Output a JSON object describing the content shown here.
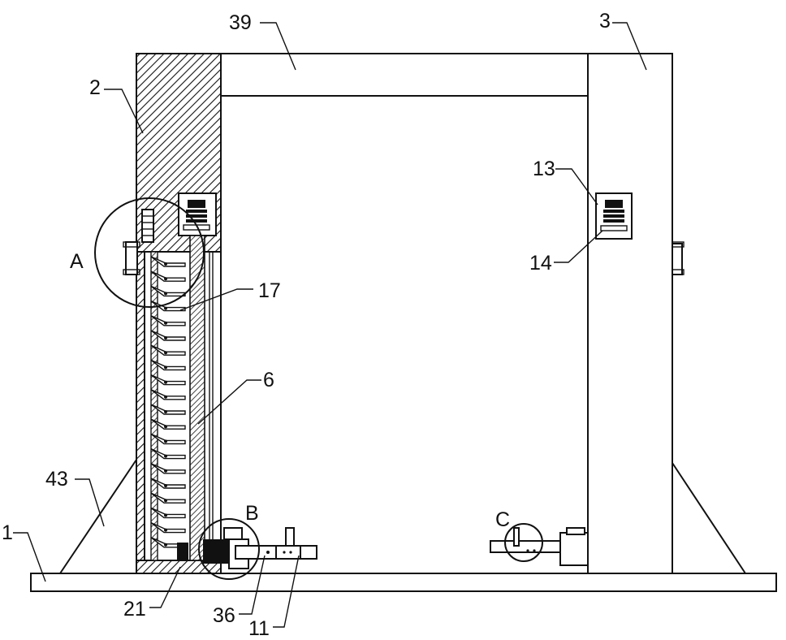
{
  "labels": {
    "frame_top_beam": "39",
    "right_column": "3",
    "left_column": "2",
    "right_box": "13",
    "right_motor": "14",
    "detail_a": "A",
    "part_17": "17",
    "part_6": "6",
    "part_43": "43",
    "base_plate": "1",
    "detail_b": "B",
    "detail_c": "C",
    "part_21": "21",
    "part_36": "36",
    "part_11": "11"
  },
  "colors": {
    "line": "#111111",
    "background": "#ffffff"
  }
}
